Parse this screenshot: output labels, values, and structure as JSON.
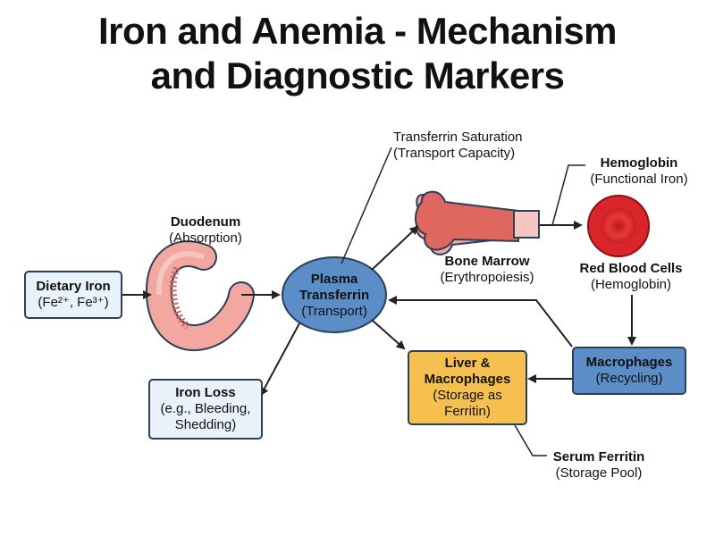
{
  "title": {
    "line1": "Iron and Anemia - Mechanism",
    "line2": "and Diagnostic Markers"
  },
  "nodes": {
    "dietary_iron": {
      "name": "Dietary Iron",
      "detail": "(Fe²⁺, Fe³⁺)"
    },
    "duodenum": {
      "name": "Duodenum",
      "detail": "(Absorption)"
    },
    "plasma_transferrin": {
      "name_line1": "Plasma",
      "name_line2": "Transferrin",
      "detail": "(Transport)"
    },
    "transferrin_saturation": {
      "name": "Transferrin Saturation",
      "detail": "(Transport Capacity)"
    },
    "bone_marrow": {
      "name": "Bone Marrow",
      "detail": "(Erythropoiesis)"
    },
    "hemoglobin": {
      "name": "Hemoglobin",
      "detail": "(Functional Iron)"
    },
    "red_blood_cells": {
      "name": "Red Blood Cells",
      "detail": "(Hemoglobin)"
    },
    "macrophages": {
      "name": "Macrophages",
      "detail": "(Recycling)"
    },
    "liver_macrophages": {
      "name_line1": "Liver &",
      "name_line2": "Macrophages",
      "detail_line1": "(Storage as",
      "detail_line2": "Ferritin)"
    },
    "serum_ferritin": {
      "name": "Serum Ferritin",
      "detail": "(Storage Pool)"
    },
    "iron_loss": {
      "name": "Iron Loss",
      "detail_line1": "(e.g., Bleeding,",
      "detail_line2": "Shedding)"
    }
  },
  "colors": {
    "box_blue_fill": "#e9f1fa",
    "plasma_fill": "#5b8ec7",
    "storage_fill": "#f5c04f",
    "macrophage_fill": "#5b8ec7",
    "tissue_pink": "#f2a7a0",
    "rbc_red": "#d8262a",
    "outline": "#2b3f57"
  },
  "icons": [
    "duodenum-icon",
    "bone-icon",
    "red-blood-cell-icon"
  ]
}
